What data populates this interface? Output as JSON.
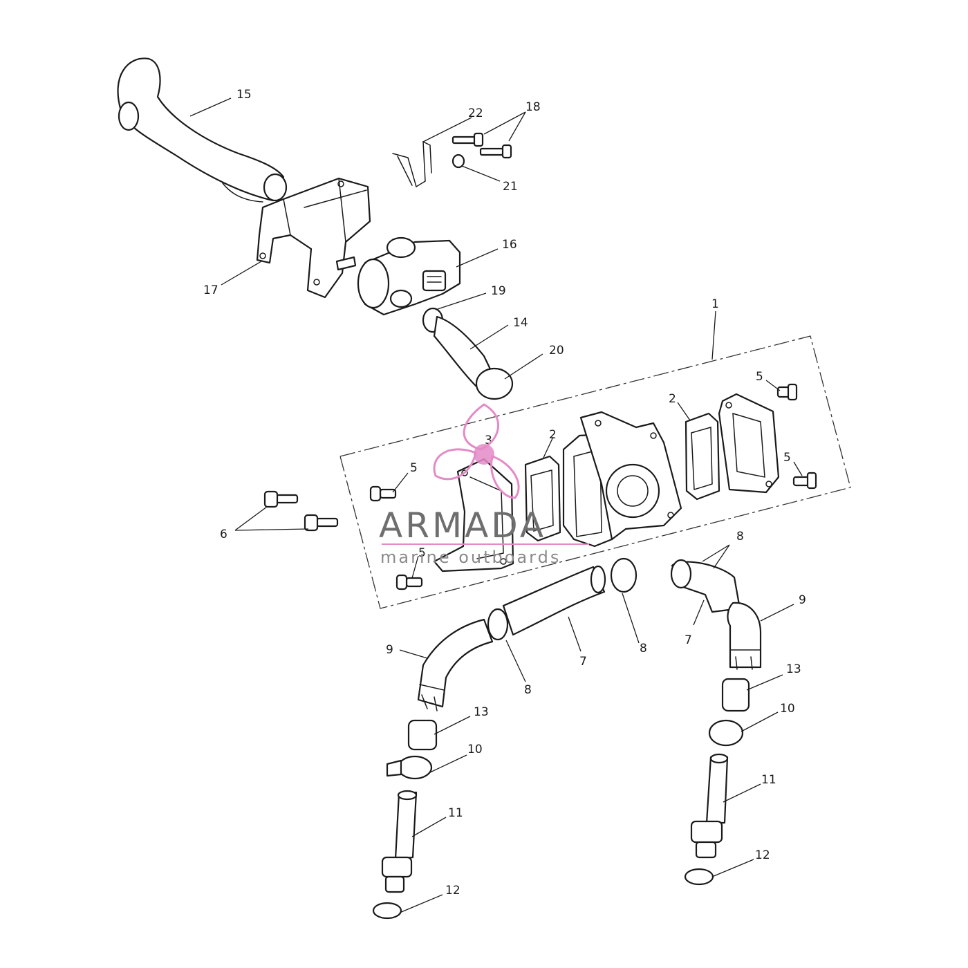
{
  "watermark": {
    "brand": "ARMADA",
    "tagline": "marine outboards",
    "accent_color": "#e48ac7",
    "text_color": "#6e6e6e"
  },
  "callouts": {
    "c1": "1",
    "c2a": "2",
    "c2b": "2",
    "c3": "3",
    "c5a": "5",
    "c5b": "5",
    "c5c": "5",
    "c5d": "5",
    "c6": "6",
    "c7a": "7",
    "c7b": "7",
    "c8a": "8",
    "c8b": "8",
    "c8c": "8",
    "c9a": "9",
    "c9b": "9",
    "c10a": "10",
    "c10b": "10",
    "c11a": "11",
    "c11b": "11",
    "c12a": "12",
    "c12b": "12",
    "c13a": "13",
    "c13b": "13",
    "c14": "14",
    "c15": "15",
    "c16": "16",
    "c17": "17",
    "c18": "18",
    "c19": "19",
    "c20": "20",
    "c21": "21",
    "c22": "22"
  }
}
